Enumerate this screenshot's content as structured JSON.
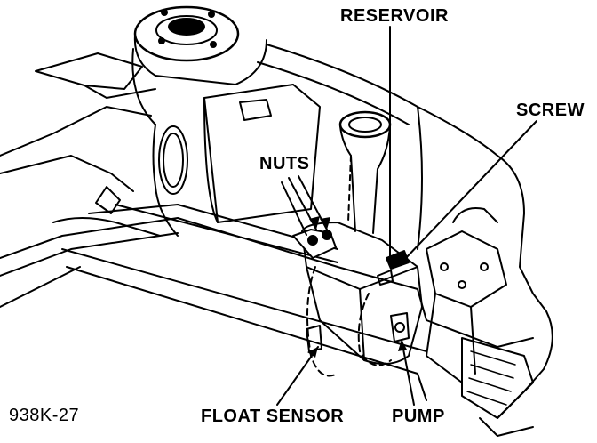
{
  "figure": {
    "id_code": "938K-27"
  },
  "callouts": {
    "reservoir": "RESERVOIR",
    "screw": "SCREW",
    "nuts": "NUTS",
    "float_sensor": "FLOAT SENSOR",
    "pump": "PUMP"
  },
  "colors": {
    "ink": "#000000",
    "paper": "#ffffff"
  }
}
